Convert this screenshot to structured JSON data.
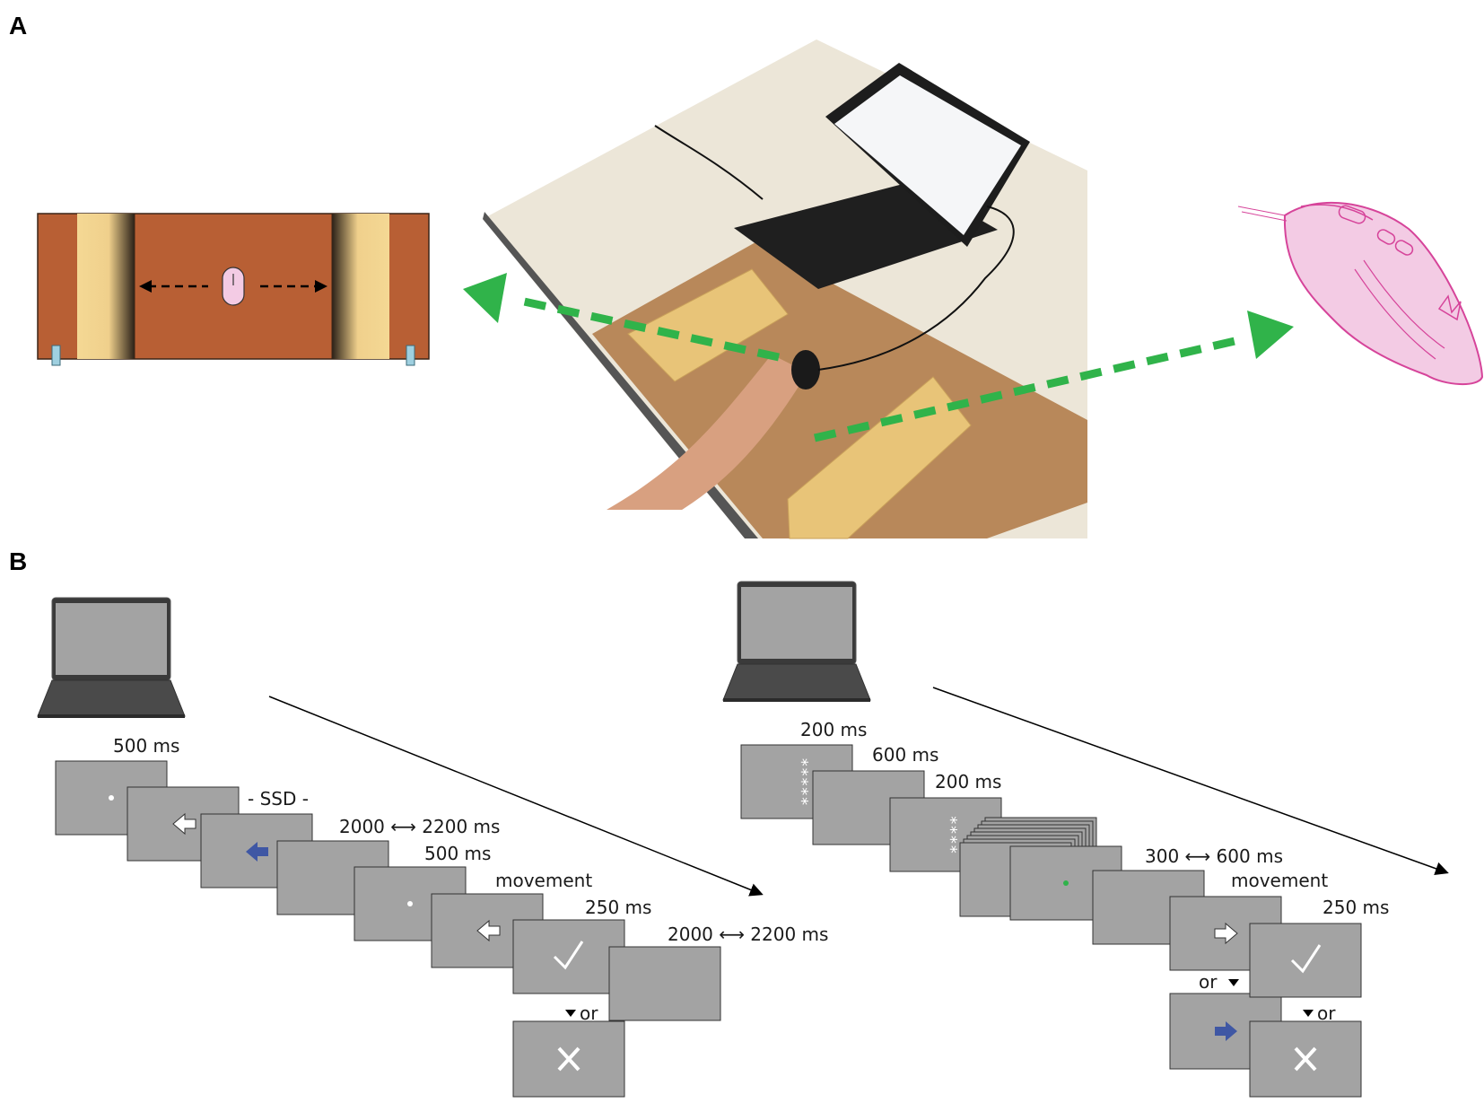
{
  "panels": {
    "a": "A",
    "b": "B"
  },
  "colors": {
    "cardboard": "#b85f34",
    "foam": "#f4d894",
    "mouse_pink": "#f3cbe4",
    "mouse_outline": "#d6449a",
    "green_arrow": "#30b34a",
    "screen_gray": "#a3a3a3",
    "blue_arrow": "#3f57a4"
  },
  "photo": {
    "description_icon": "experimental-setup-photo"
  },
  "left_sequence": {
    "t1": "500 ms",
    "ssd": "- SSD -",
    "iti1": "2000 ⟷ 2200 ms",
    "t2": "500 ms",
    "movement": "movement",
    "feedback": "250 ms",
    "iti2": "2000 ⟷ 2200 ms",
    "or": "or"
  },
  "right_sequence": {
    "t1": "200 ms",
    "t2": "600 ms",
    "t3": "200 ms",
    "t4": "300 ⟷ 600 ms",
    "movement": "movement",
    "feedback": "250 ms",
    "or_a": "or",
    "or_b": "or",
    "stars5": "*****",
    "stars4": "****"
  }
}
